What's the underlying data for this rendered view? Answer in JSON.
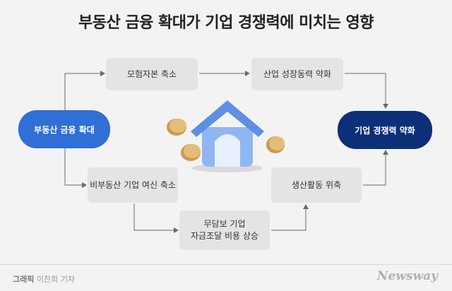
{
  "title": "부동산 금융 확대가 기업 경쟁력에 미치는 영향",
  "nodes": {
    "start": "부동산 금융 확대",
    "end": "기업 경쟁력 약화",
    "capital": "모험자본 축소",
    "growth": "산업 성장동력 약화",
    "nonre_credit": "비부동산 기업 여신 축소",
    "funding_line1": "무담보 기업",
    "funding_line2": "자금조달 비용 상승",
    "production": "생산활동 위축"
  },
  "footer": {
    "credit_bold": "그래픽",
    "credit_name": "이찬희 기자",
    "brand": "Newsway"
  },
  "colors": {
    "start_pill": "#2f6fd6",
    "end_pill": "#0c2f78",
    "house": "#7aa8f0",
    "coin": "#d8ae67",
    "line": "#6a6a6a"
  },
  "icons": [
    "house-icon",
    "coin-icon"
  ]
}
